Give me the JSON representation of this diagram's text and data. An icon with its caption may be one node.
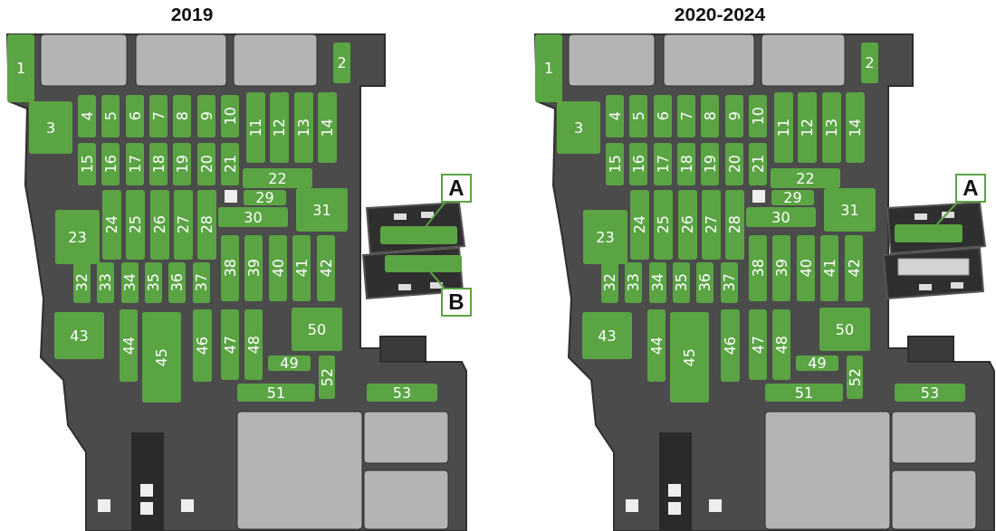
{
  "diagram": {
    "nodes": [
      {
        "text": [
          "2019"
        ]
      },
      {
        "text": [
          "1"
        ],
        "in": 0
      },
      {
        "text": [
          "2"
        ],
        "in": 0
      },
      {
        "text": [
          "3"
        ],
        "in": 0
      },
      {
        "text": [
          "4"
        ],
        "in": 0
      },
      {
        "text": [
          "5"
        ],
        "in": 0
      },
      {
        "text": [
          "6"
        ],
        "in": 0
      },
      {
        "text": [
          "7"
        ],
        "in": 0
      },
      {
        "text": [
          "8"
        ],
        "in": 0
      },
      {
        "text": [
          "9"
        ],
        "in": 0
      },
      {
        "text": [
          "10"
        ],
        "in": 0
      },
      {
        "text": [
          "11"
        ],
        "in": 0
      },
      {
        "text": [
          "12"
        ],
        "in": 0
      },
      {
        "text": [
          "13"
        ],
        "in": 0
      },
      {
        "text": [
          "14"
        ],
        "in": 0
      },
      {
        "text": [
          "15"
        ],
        "in": 0
      },
      {
        "text": [
          "16"
        ],
        "in": 0
      },
      {
        "text": [
          "17"
        ],
        "in": 0
      },
      {
        "text": [
          "18"
        ],
        "in": 0
      },
      {
        "text": [
          "19"
        ],
        "in": 0
      },
      {
        "text": [
          "20"
        ],
        "in": 0
      },
      {
        "text": [
          "21"
        ],
        "in": 0
      },
      {
        "text": [
          "22"
        ],
        "in": 0
      },
      {
        "text": [
          "23"
        ],
        "in": 0
      },
      {
        "text": [
          "24"
        ],
        "in": 0
      },
      {
        "text": [
          "25"
        ],
        "in": 0
      },
      {
        "text": [
          "26"
        ],
        "in": 0
      },
      {
        "text": [
          "27"
        ],
        "in": 0
      },
      {
        "text": [
          "28"
        ],
        "in": 0
      },
      {
        "text": [
          "29"
        ],
        "in": 0
      },
      {
        "text": [
          "30"
        ],
        "in": 0
      },
      {
        "text": [
          "31"
        ],
        "in": 0
      },
      {
        "text": [
          "32"
        ],
        "in": 0
      },
      {
        "text": [
          "33"
        ],
        "in": 0
      },
      {
        "text": [
          "34"
        ],
        "in": 0
      },
      {
        "text": [
          "35"
        ],
        "in": 0
      },
      {
        "text": [
          "36"
        ],
        "in": 0
      },
      {
        "text": [
          "37"
        ],
        "in": 0
      },
      {
        "text": [
          "38"
        ],
        "in": 0
      },
      {
        "text": [
          "39"
        ],
        "in": 0
      },
      {
        "text": [
          "40"
        ],
        "in": 0
      },
      {
        "text": [
          "41"
        ],
        "in": 0
      },
      {
        "text": [
          "42"
        ],
        "in": 0
      },
      {
        "text": [
          "43"
        ],
        "in": 0
      },
      {
        "text": [
          "44"
        ],
        "in": 0
      },
      {
        "text": [
          "45"
        ],
        "in": 0
      },
      {
        "text": [
          "46"
        ],
        "in": 0
      },
      {
        "text": [
          "47"
        ],
        "in": 0
      },
      {
        "text": [
          "48"
        ],
        "in": 0
      },
      {
        "text": [
          "49"
        ],
        "in": 0
      },
      {
        "text": [
          "50"
        ],
        "in": 0
      },
      {
        "text": [
          "51"
        ],
        "in": 0
      },
      {
        "text": [
          "52"
        ],
        "in": 0
      },
      {
        "text": [
          "53"
        ],
        "in": 0
      },
      {
        "text": [
          "A"
        ]
      },
      {
        "text": [],
        "shape": "bar"
      },
      {
        "text": [],
        "shape": "bar"
      },
      {
        "text": [
          "B"
        ]
      },
      {
        "text": [
          "2020-2024"
        ]
      },
      {
        "text": [
          "1"
        ],
        "in": 58
      },
      {
        "text": [
          "2"
        ],
        "in": 58
      },
      {
        "text": [
          "3"
        ],
        "in": 58
      },
      {
        "text": [
          "4"
        ],
        "in": 58
      },
      {
        "text": [
          "5"
        ],
        "in": 58
      },
      {
        "text": [
          "6"
        ],
        "in": 58
      },
      {
        "text": [
          "7"
        ],
        "in": 58
      },
      {
        "text": [
          "8"
        ],
        "in": 58
      },
      {
        "text": [
          "9"
        ],
        "in": 58
      },
      {
        "text": [
          "10"
        ],
        "in": 58
      },
      {
        "text": [
          "11"
        ],
        "in": 58
      },
      {
        "text": [
          "12"
        ],
        "in": 58
      },
      {
        "text": [
          "13"
        ],
        "in": 58
      },
      {
        "text": [
          "14"
        ],
        "in": 58
      },
      {
        "text": [
          "15"
        ],
        "in": 58
      },
      {
        "text": [
          "16"
        ],
        "in": 58
      },
      {
        "text": [
          "17"
        ],
        "in": 58
      },
      {
        "text": [
          "18"
        ],
        "in": 58
      },
      {
        "text": [
          "19"
        ],
        "in": 58
      },
      {
        "text": [
          "20"
        ],
        "in": 58
      },
      {
        "text": [
          "21"
        ],
        "in": 58
      },
      {
        "text": [
          "22"
        ],
        "in": 58
      },
      {
        "text": [
          "23"
        ],
        "in": 58
      },
      {
        "text": [
          "24"
        ],
        "in": 58
      },
      {
        "text": [
          "25"
        ],
        "in": 58
      },
      {
        "text": [
          "26"
        ],
        "in": 58
      },
      {
        "text": [
          "27"
        ],
        "in": 58
      },
      {
        "text": [
          "28"
        ],
        "in": 58
      },
      {
        "text": [
          "29"
        ],
        "in": 58
      },
      {
        "text": [
          "30"
        ],
        "in": 58
      },
      {
        "text": [
          "31"
        ],
        "in": 58
      },
      {
        "text": [
          "32"
        ],
        "in": 58
      },
      {
        "text": [
          "33"
        ],
        "in": 58
      },
      {
        "text": [
          "34"
        ],
        "in": 58
      },
      {
        "text": [
          "35"
        ],
        "in": 58
      },
      {
        "text": [
          "36"
        ],
        "in": 58
      },
      {
        "text": [
          "37"
        ],
        "in": 58
      },
      {
        "text": [
          "38"
        ],
        "in": 58
      },
      {
        "text": [
          "39"
        ],
        "in": 58
      },
      {
        "text": [
          "40"
        ],
        "in": 58
      },
      {
        "text": [
          "41"
        ],
        "in": 58
      },
      {
        "text": [
          "42"
        ],
        "in": 58
      },
      {
        "text": [
          "43"
        ],
        "in": 58
      },
      {
        "text": [
          "44"
        ],
        "in": 58
      },
      {
        "text": [
          "45"
        ],
        "in": 58
      },
      {
        "text": [
          "46"
        ],
        "in": 58
      },
      {
        "text": [
          "47"
        ],
        "in": 58
      },
      {
        "text": [
          "48"
        ],
        "in": 58
      },
      {
        "text": [
          "49"
        ],
        "in": 58
      },
      {
        "text": [
          "50"
        ],
        "in": 58
      },
      {
        "text": [
          "51"
        ],
        "in": 58
      },
      {
        "text": [
          "52"
        ],
        "in": 58
      },
      {
        "text": [
          "53"
        ],
        "in": 58
      },
      {
        "text": [
          "A"
        ]
      },
      {
        "text": [],
        "shape": "bar"
      }
    ],
    "edges": [
      {
        "from": 54,
        "to": 55,
        "arrow": "none"
      },
      {
        "from": 57,
        "to": 56,
        "arrow": "none"
      },
      {
        "from": 112,
        "to": 113,
        "arrow": "none"
      }
    ]
  }
}
